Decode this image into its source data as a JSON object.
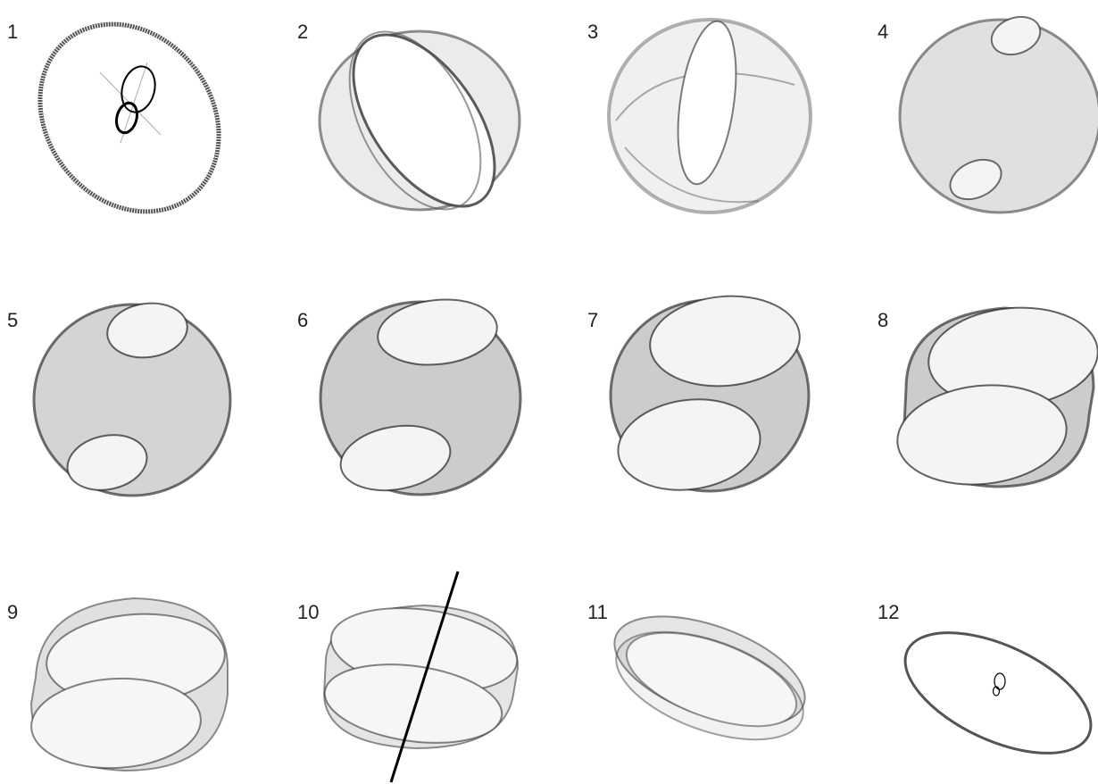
{
  "panels": [
    {
      "number": "1"
    },
    {
      "number": "2"
    },
    {
      "number": "3"
    },
    {
      "number": "4"
    },
    {
      "number": "5"
    },
    {
      "number": "6"
    },
    {
      "number": "7"
    },
    {
      "number": "8"
    },
    {
      "number": "9"
    },
    {
      "number": "10"
    },
    {
      "number": "11"
    },
    {
      "number": "12"
    }
  ],
  "colors": {
    "ink": "#000000",
    "shade": "#9a9a9a",
    "background": "#ffffff"
  }
}
